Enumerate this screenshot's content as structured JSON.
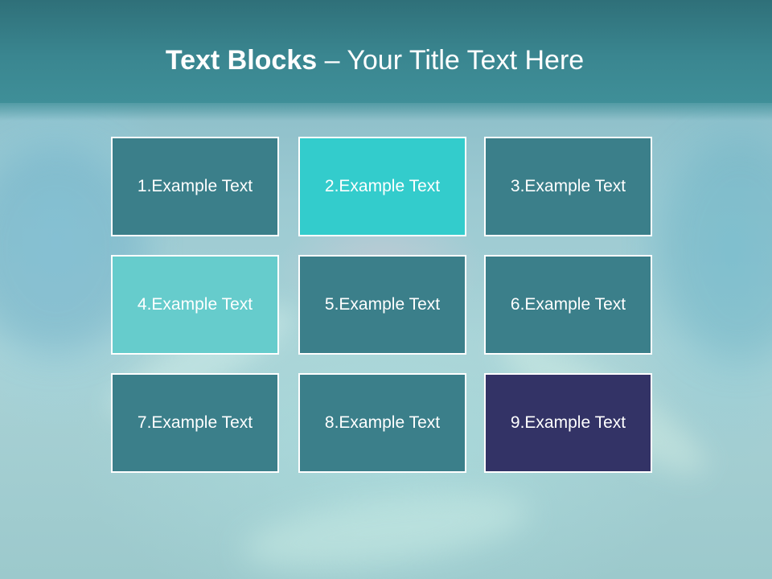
{
  "title": {
    "bold": "Text Blocks",
    "rest": " – Your Title Text Here"
  },
  "colors": {
    "title_band": "#3a8690",
    "block_default": "#3b7f8a",
    "block_bright_cyan": "#33cccc",
    "block_light_teal": "#66cccc",
    "block_indigo": "#333366",
    "block_border": "#ffffff"
  },
  "blocks": [
    {
      "label": "1.Example Text",
      "color": "#3b7f8a"
    },
    {
      "label": "2.Example Text",
      "color": "#33cccc"
    },
    {
      "label": "3.Example Text",
      "color": "#3b7f8a"
    },
    {
      "label": "4.Example Text",
      "color": "#66cccc"
    },
    {
      "label": "5.Example Text",
      "color": "#3b7f8a"
    },
    {
      "label": "6.Example Text",
      "color": "#3b7f8a"
    },
    {
      "label": "7.Example Text",
      "color": "#3b7f8a"
    },
    {
      "label": "8.Example Text",
      "color": "#3b7f8a"
    },
    {
      "label": "9.Example Text",
      "color": "#333366"
    }
  ]
}
